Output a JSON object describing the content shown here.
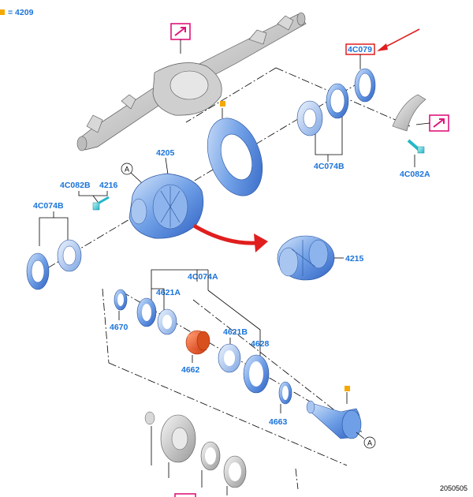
{
  "legend": {
    "text": "= 4209",
    "marker_color": "#f5a800"
  },
  "highlight_color": "#e0147a",
  "accent_red": "#e01e1e",
  "labels": {
    "l_4c079": "4C079",
    "l_4c074b_top": "4C074B",
    "l_4c082a": "4C082A",
    "l_4205": "4205",
    "l_4c082b": "4C082B",
    "l_4216": "4216",
    "l_4c074b_left": "4C074B",
    "l_4215": "4215",
    "l_4c074a": "4C074A",
    "l_4621a": "4621A",
    "l_4670": "4670",
    "l_4621b": "4621B",
    "l_4628": "4628",
    "l_4662": "4662",
    "l_4663": "4663"
  },
  "callouts": {
    "a1": "A",
    "a2": "A"
  },
  "reference_number": "2050505"
}
